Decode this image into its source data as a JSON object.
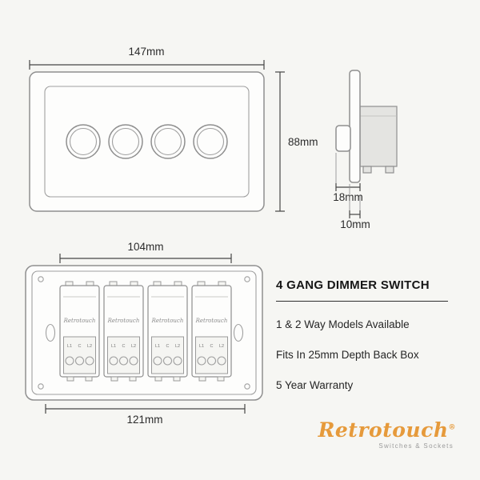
{
  "colors": {
    "background": "#f6f6f3",
    "accent": "#e69a3b",
    "line": "#8f8f8f"
  },
  "front": {
    "width": "147mm",
    "height": "88mm"
  },
  "side": {
    "total_depth": "18mm",
    "plate_depth": "10mm"
  },
  "rear": {
    "module_span": "104mm",
    "fixing_span": "121mm"
  },
  "info": {
    "title": "4 GANG DIMMER SWITCH",
    "features": [
      "1 & 2 Way Models Available",
      "Fits In 25mm Depth Back Box",
      "5 Year Warranty"
    ]
  },
  "module": {
    "brand": "Retrotouch",
    "terminals": [
      "L1",
      "C",
      "L2"
    ]
  },
  "logo": {
    "name": "Retrotouch",
    "registered": "®",
    "tagline": "Switches & Sockets"
  }
}
